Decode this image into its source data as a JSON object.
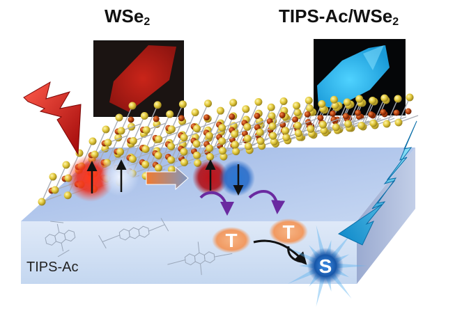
{
  "titles": {
    "left_main": "WSe",
    "left_sub": "2",
    "right_main": "TIPS-Ac/WSe",
    "right_sub": "2"
  },
  "labels": {
    "substrate": "TIPS-Ac",
    "triplet": "T",
    "singlet": "S"
  },
  "colors": {
    "wse2_emission": "#d21a10",
    "tips_emission": "#21b6ee",
    "selenium": "#e8d24a",
    "tungsten": "#b84010",
    "triplet": "#f2a06c",
    "singlet": "#1f69c4",
    "transfer_arrow": "#6a2aa0",
    "substrate_top": "#a9c3ea"
  },
  "icons": [
    "excitation-bolt-icon",
    "emission-bolt-icon",
    "spin-up-arrow-icon",
    "spin-down-arrow-icon",
    "energy-transfer-arrow-icon"
  ]
}
